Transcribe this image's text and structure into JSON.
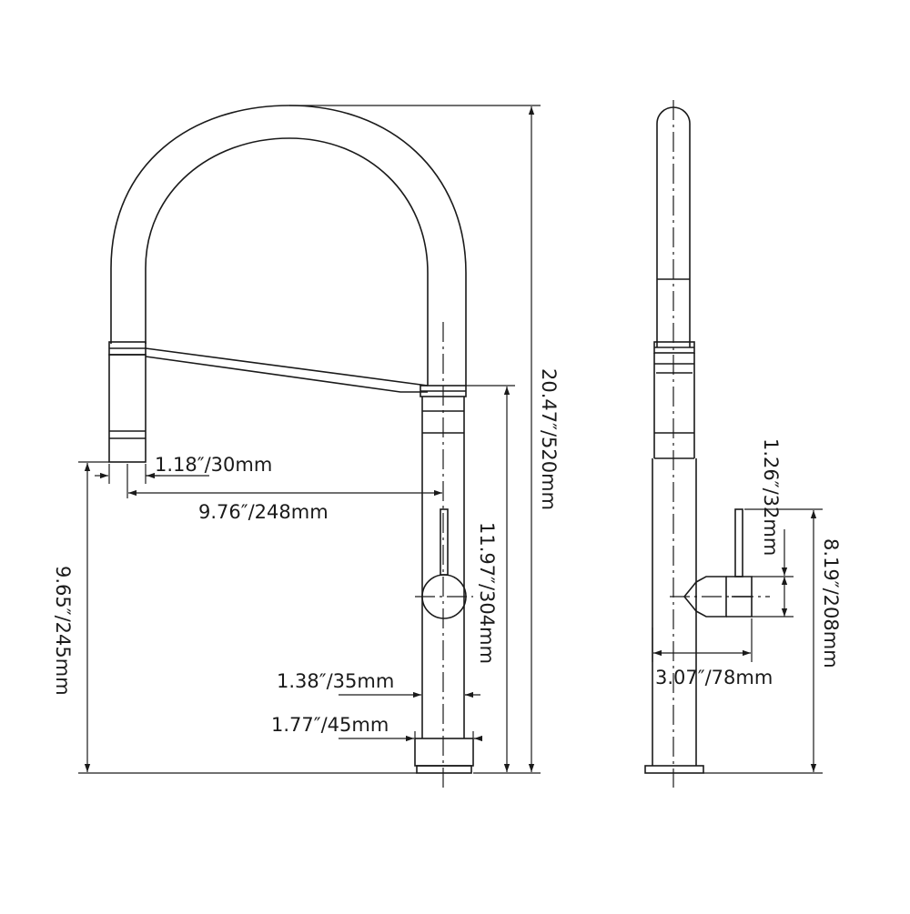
{
  "title": "",
  "front_view": {
    "dimensions": {
      "spout_holder_width": "1.18″/30mm",
      "reach": "9.76″/248mm",
      "total_height": "20.47″/520mm",
      "body_height": "11.97″/304mm",
      "spray_height": "9.65″/245mm",
      "body_diameter": "1.38″/35mm",
      "base_diameter": "1.77″/45mm"
    }
  },
  "side_view": {
    "dimensions": {
      "handle_height": "1.26″/32mm",
      "handle_depth": "3.07″/78mm",
      "handle_position_height": "8.19″/208mm"
    }
  }
}
